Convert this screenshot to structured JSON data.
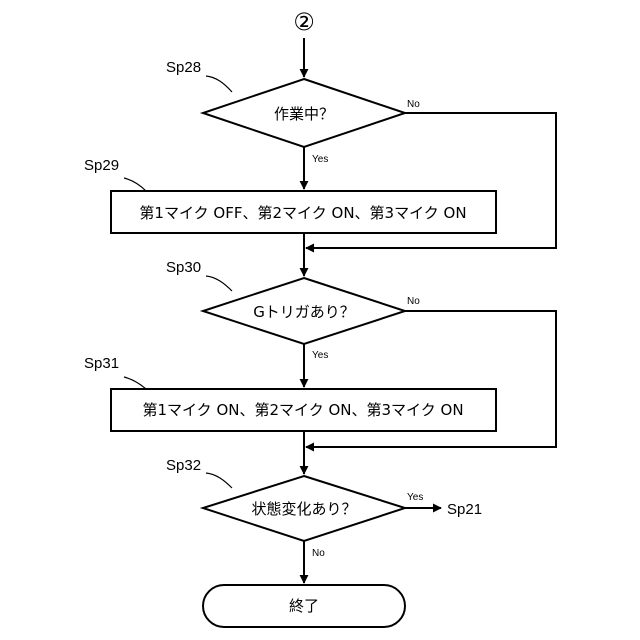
{
  "connector": "②",
  "steps": {
    "sp28": {
      "label": "Sp28",
      "text": "作業中？",
      "yes": "Yes",
      "no": "No"
    },
    "sp29": {
      "label": "Sp29",
      "text": "第1マイク OFF、第2マイク ON、第3マイク ON"
    },
    "sp30": {
      "label": "Sp30",
      "text": "Gトリガあり？",
      "yes": "Yes",
      "no": "No"
    },
    "sp31": {
      "label": "Sp31",
      "text": "第1マイク ON、第2マイク ON、第3マイク ON"
    },
    "sp32": {
      "label": "Sp32",
      "text": "状態変化あり？",
      "yes": "Yes",
      "no": "No",
      "yes_target": "Sp21"
    }
  },
  "end": {
    "text": "終了"
  }
}
